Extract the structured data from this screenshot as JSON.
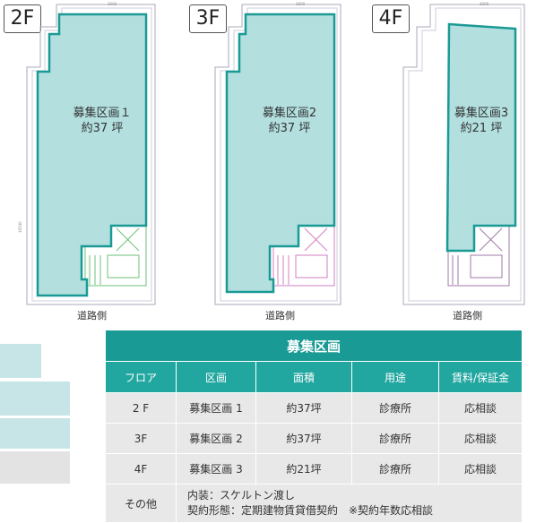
{
  "floors": [
    {
      "label": "2F",
      "area_name": "募集区画１",
      "tsubo": "約37 坪",
      "road": "道路側",
      "stair_color": "#6ec27a"
    },
    {
      "label": "3F",
      "area_name": "募集区画2",
      "tsubo": "約37 坪",
      "road": "道路側",
      "stair_color": "#d37fc0"
    },
    {
      "label": "4F",
      "area_name": "募集区画3",
      "tsubo": "約21 坪",
      "road": "道路側",
      "stair_color": "#a07aa8"
    }
  ],
  "table": {
    "title": "募集区画",
    "headers": [
      "フロア",
      "区画",
      "面積",
      "用途",
      "賃料/保証金"
    ],
    "rows": [
      [
        "2 F",
        "募集区画 1",
        "約37坪",
        "診療所",
        "応相談"
      ],
      [
        "3F",
        "募集区画 2",
        "約37坪",
        "診療所",
        "応相談"
      ],
      [
        "4F",
        "募集区画 3",
        "約21坪",
        "診療所",
        "応相談"
      ]
    ],
    "other_label": "その他",
    "other_line1": "内装：スケルトン渡し",
    "other_line2": "契約形態：定期建物賃貸借契約　※契約年数応相談"
  },
  "colors": {
    "teal_fill": "#b3dfdf",
    "teal_stroke": "#1a9a94",
    "header": "#1a9a94",
    "cell": "#e8e8e8"
  }
}
